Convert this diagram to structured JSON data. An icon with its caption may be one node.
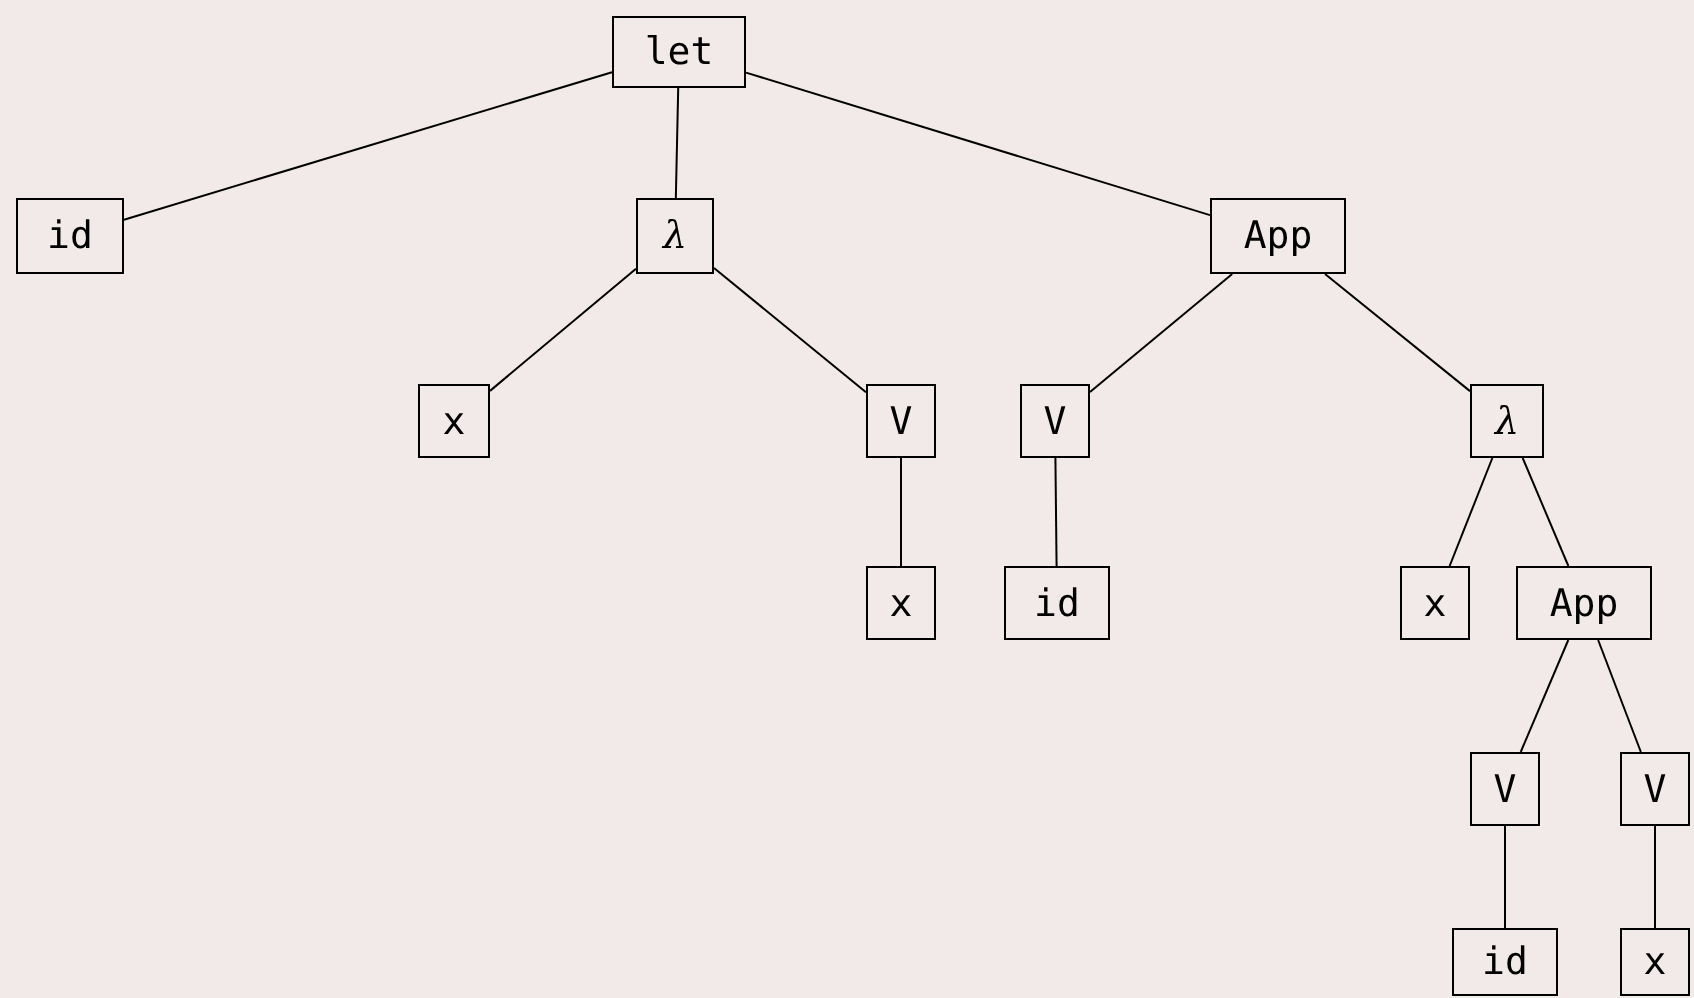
{
  "diagram": {
    "nodes": [
      {
        "text": [
          "let"
        ]
      },
      {
        "text": [
          "id"
        ]
      },
      {
        "text": [
          "λ"
        ]
      },
      {
        "text": [
          "App"
        ]
      },
      {
        "text": [
          "x"
        ]
      },
      {
        "text": [
          "V"
        ]
      },
      {
        "text": [
          "V"
        ]
      },
      {
        "text": [
          "λ"
        ]
      },
      {
        "text": [
          "x"
        ]
      },
      {
        "text": [
          "id"
        ]
      },
      {
        "text": [
          "x"
        ]
      },
      {
        "text": [
          "App"
        ]
      },
      {
        "text": [
          "V"
        ]
      },
      {
        "text": [
          "V"
        ]
      },
      {
        "text": [
          "id"
        ]
      },
      {
        "text": [
          "x"
        ]
      }
    ],
    "edges": [
      {
        "from": 0,
        "to": 1,
        "arrow": "none"
      },
      {
        "from": 0,
        "to": 2,
        "arrow": "none"
      },
      {
        "from": 0,
        "to": 3,
        "arrow": "none"
      },
      {
        "from": 2,
        "to": 4,
        "arrow": "none"
      },
      {
        "from": 2,
        "to": 5,
        "arrow": "none"
      },
      {
        "from": 5,
        "to": 8,
        "arrow": "none"
      },
      {
        "from": 3,
        "to": 6,
        "arrow": "none"
      },
      {
        "from": 3,
        "to": 7,
        "arrow": "none"
      },
      {
        "from": 6,
        "to": 9,
        "arrow": "none"
      },
      {
        "from": 7,
        "to": 10,
        "arrow": "none"
      },
      {
        "from": 7,
        "to": 11,
        "arrow": "none"
      },
      {
        "from": 11,
        "to": 12,
        "arrow": "none"
      },
      {
        "from": 11,
        "to": 13,
        "arrow": "none"
      },
      {
        "from": 12,
        "to": 14,
        "arrow": "none"
      },
      {
        "from": 13,
        "to": 15,
        "arrow": "none"
      }
    ]
  }
}
